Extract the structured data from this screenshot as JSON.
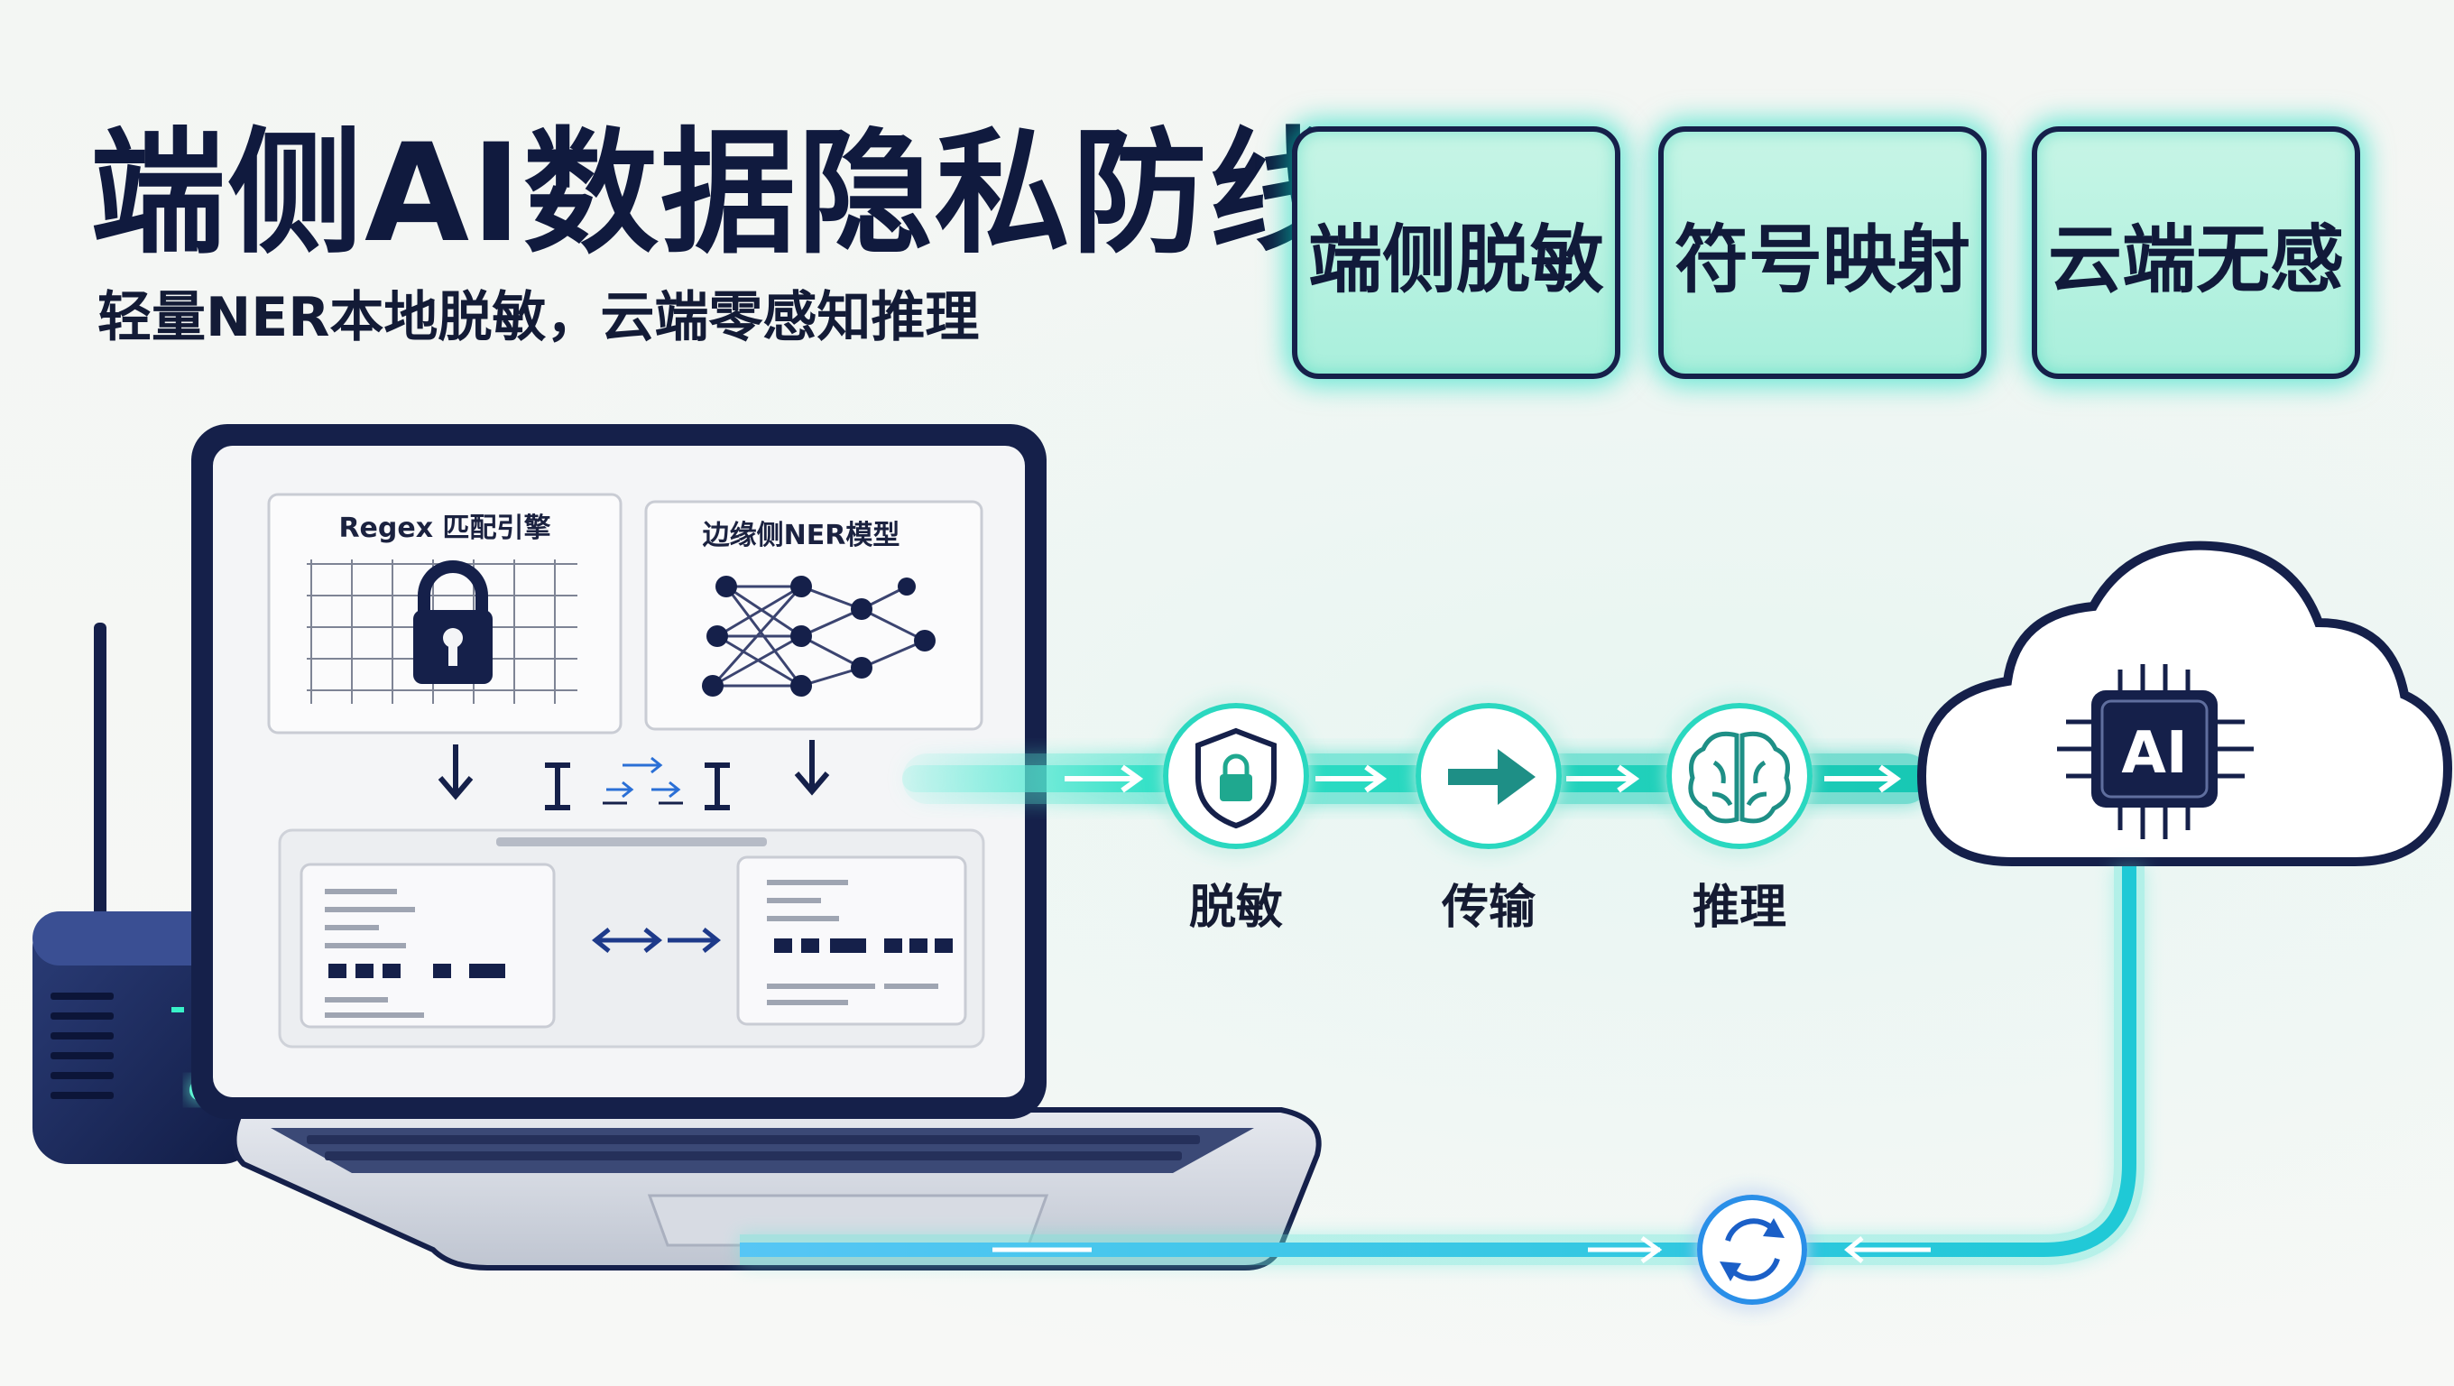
{
  "title": "端侧AI数据隐私防线",
  "subtitle": "轻量NER本地脱敏，云端零感知推理",
  "feature_cards": [
    "端侧脱敏",
    "符号映射",
    "云端无感"
  ],
  "laptop": {
    "regex_panel_label": "Regex 匹配引擎",
    "ner_panel_label": "边缘侧NER模型"
  },
  "pipeline_steps": [
    "脱敏",
    "传输",
    "推理"
  ],
  "cloud_chip_label": "AI",
  "colors": {
    "accent": "#00d2b4",
    "navy": "#15204a",
    "card_fill": "#b8f2e1",
    "flow_blue": "#2a8fe8"
  },
  "icons": [
    "lock-icon",
    "neural-network-icon",
    "shield-lock-icon",
    "arrow-right-icon",
    "brain-icon",
    "cloud-icon",
    "ai-chip-icon",
    "sync-icon",
    "router-icon",
    "laptop-icon"
  ]
}
